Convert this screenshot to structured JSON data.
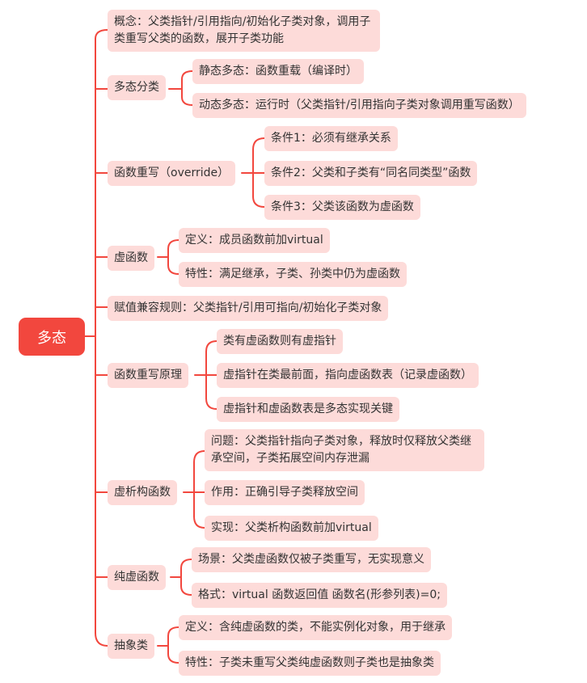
{
  "root": {
    "label": "多态"
  },
  "branches": [
    {
      "label": "概念：父类指针/引用指向/初始化子类对象，调用子类重写父类的函数，展开子类功能",
      "children": []
    },
    {
      "label": "多态分类",
      "children": [
        "静态多态：函数重载（编译时）",
        "动态多态：运行时（父类指针/引用指向子类对象调用重写函数）"
      ]
    },
    {
      "label": "函数重写（override）",
      "children": [
        "条件1：必须有继承关系",
        "条件2：父类和子类有“同名同类型”函数",
        "条件3：父类该函数为虚函数"
      ]
    },
    {
      "label": "虚函数",
      "children": [
        "定义：成员函数前加virtual",
        "特性：满足继承，子类、孙类中仍为虚函数"
      ]
    },
    {
      "label": "赋值兼容规则：父类指针/引用可指向/初始化子类对象",
      "children": []
    },
    {
      "label": "函数重写原理",
      "children": [
        "类有虚函数则有虚指针",
        "虚指针在类最前面，指向虚函数表（记录虚函数）",
        "虚指针和虚函数表是多态实现关键"
      ]
    },
    {
      "label": "虚析构函数",
      "children": [
        "问题：父类指针指向子类对象，释放时仅释放父类继承空间，子类拓展空间内存泄漏",
        "作用：正确引导子类释放空间",
        "实现：父类析构函数前加virtual"
      ]
    },
    {
      "label": "纯虚函数",
      "children": [
        "场景：父类虚函数仅被子类重写，无实现意义",
        "格式：virtual 函数返回值 函数名(形参列表)=0;"
      ]
    },
    {
      "label": "抽象类",
      "children": [
        "定义：含纯虚函数的类，不能实例化对象，用于继承",
        "特性：子类未重写父类纯虚函数则子类也是抽象类"
      ]
    }
  ],
  "colors": {
    "line": "#f2473e",
    "root_bg": "#f2473e",
    "node_bg": "#fddbd9",
    "text": "#333333"
  }
}
